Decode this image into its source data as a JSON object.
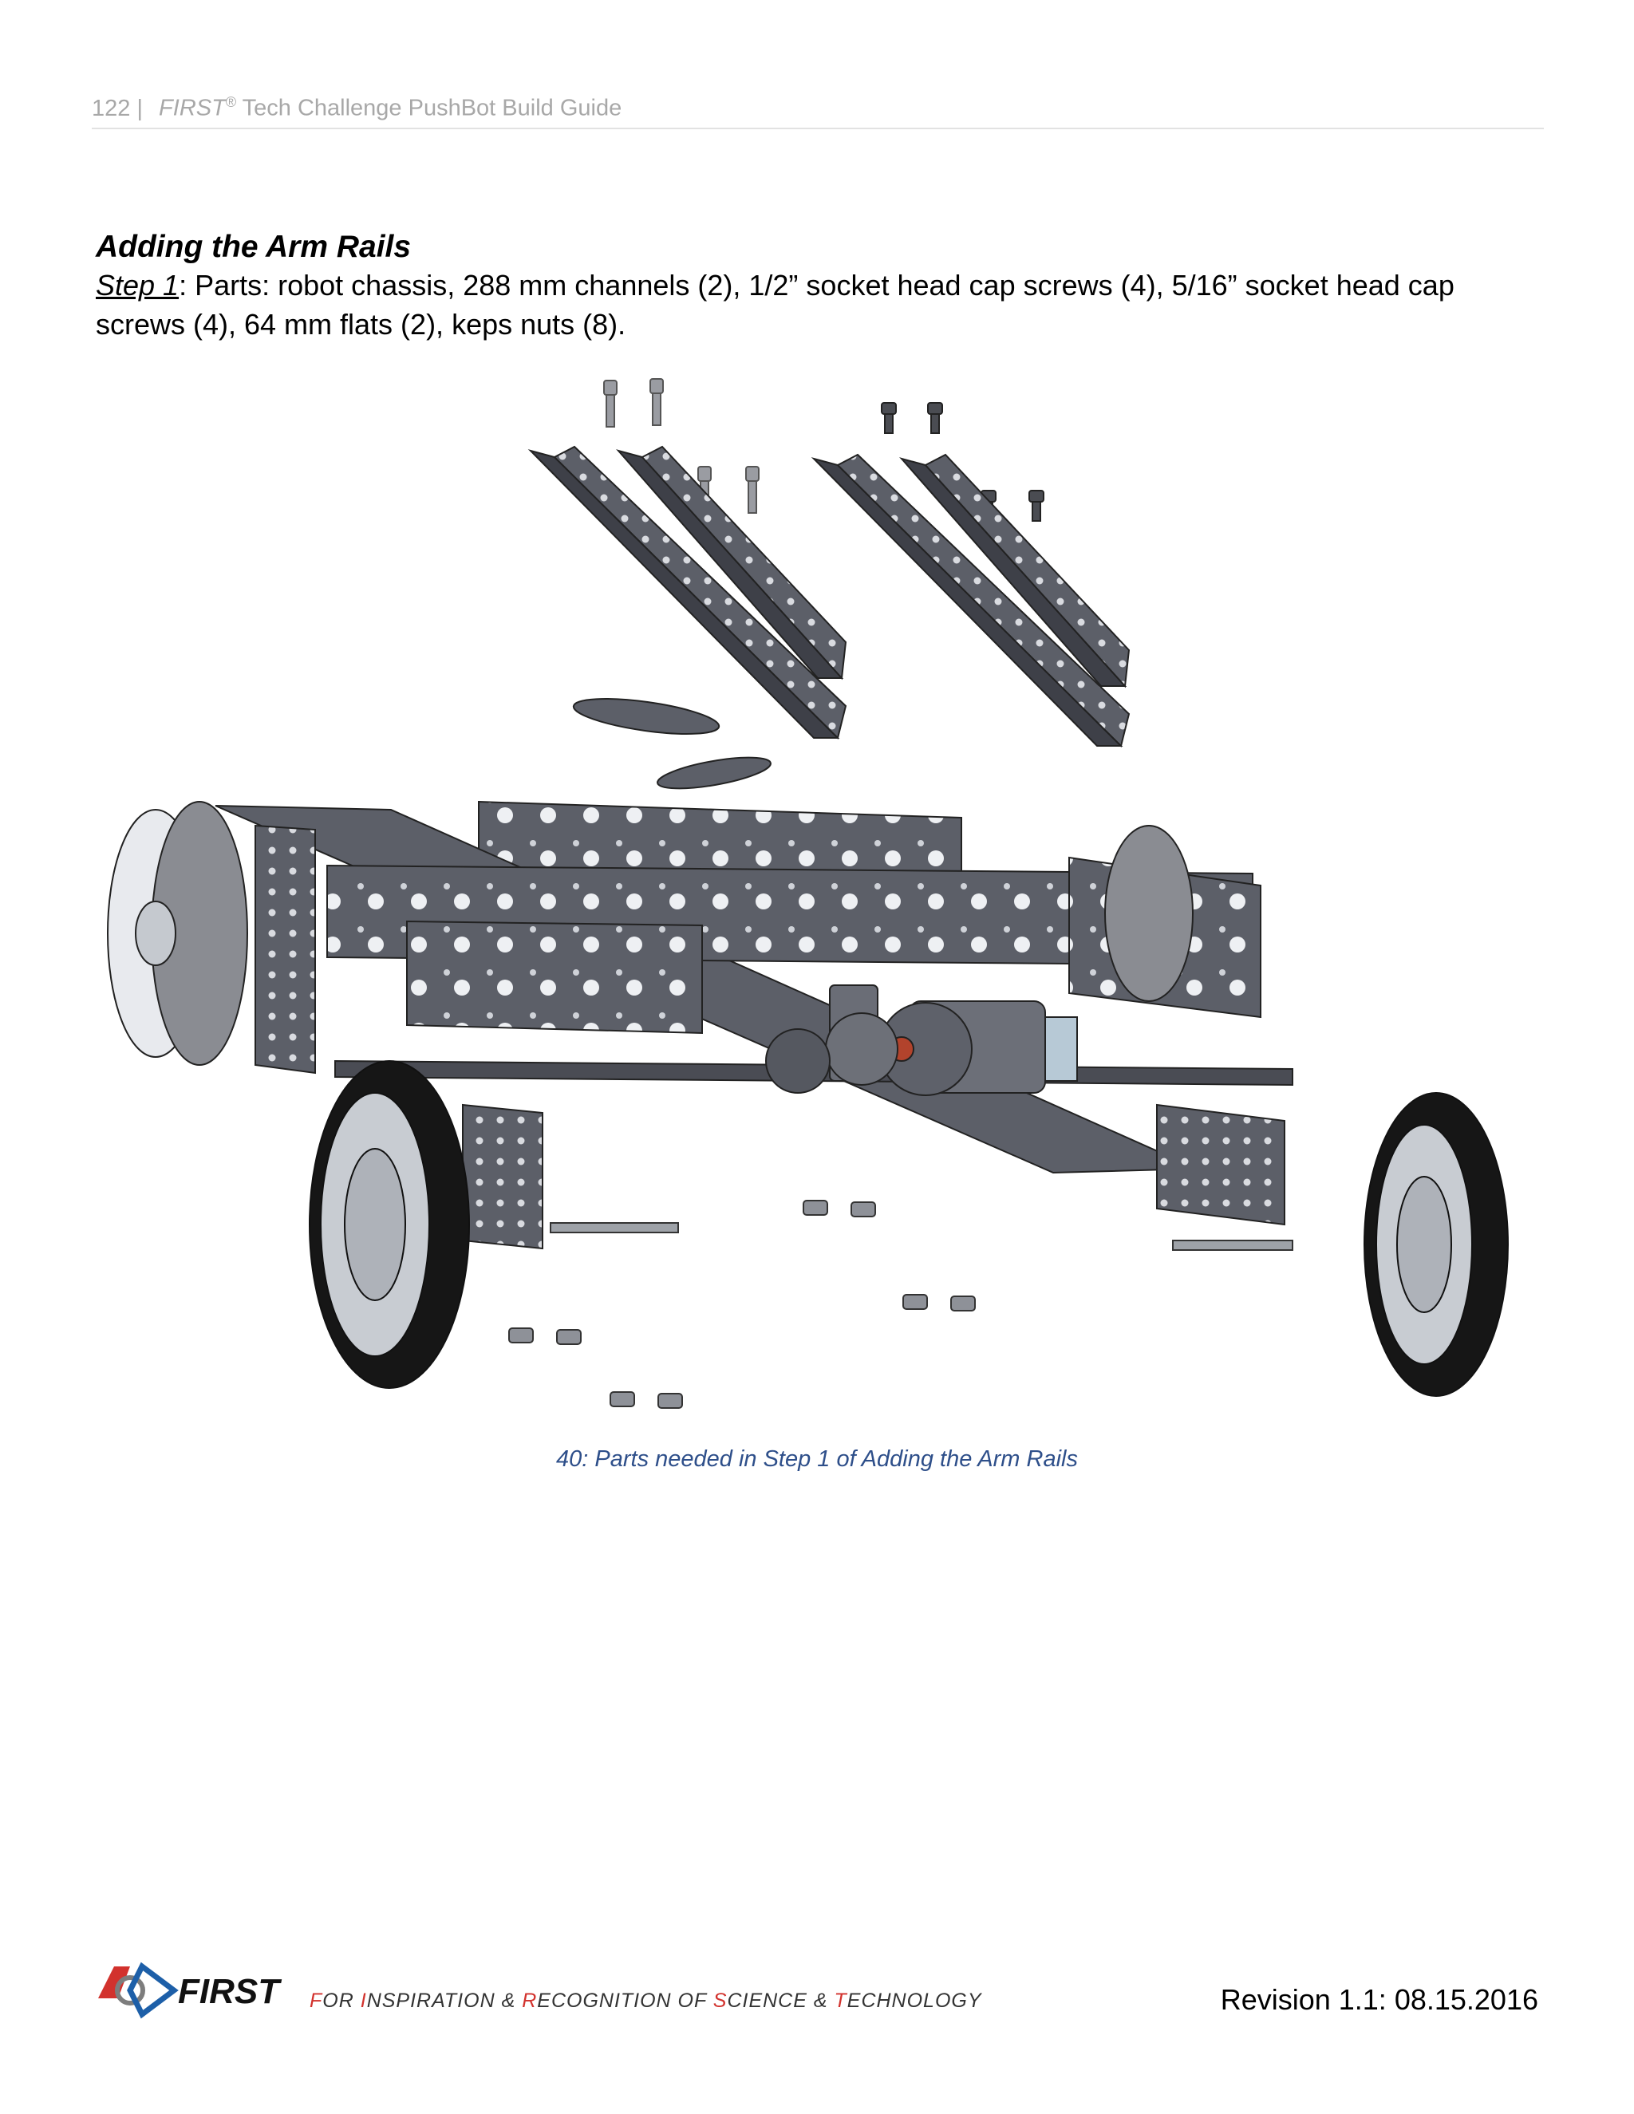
{
  "header": {
    "page_number": "122 |",
    "brand": "FIRST",
    "registered": "®",
    "title_rest": "Tech Challenge PushBot Build Guide"
  },
  "section": {
    "title": "Adding the Arm Rails",
    "step_label": "Step 1",
    "step_text": ": Parts: robot chassis, 288 mm channels (2), 1/2” socket head cap screws (4), 5/16” socket head cap screws (4), 64 mm flats (2), keps nuts (8)."
  },
  "figure": {
    "caption": "40: Parts needed in Step 1 of Adding the Arm Rails"
  },
  "footer": {
    "logo_text": "FIRST",
    "tagline_parts": [
      "F",
      "OR ",
      "I",
      "NSPIRATION & ",
      "R",
      "ECOGNITION OF ",
      "S",
      "CIENCE & ",
      "T",
      "ECHNOLOGY"
    ],
    "revision": "Revision 1.1: 08.15.2016"
  },
  "colors": {
    "metal": "#5c5f68",
    "metal_dark": "#3a3c43",
    "tire": "#161616",
    "caption": "#2e4f8a",
    "accent_red": "#d2322d",
    "accent_blue": "#1d5fa8"
  }
}
